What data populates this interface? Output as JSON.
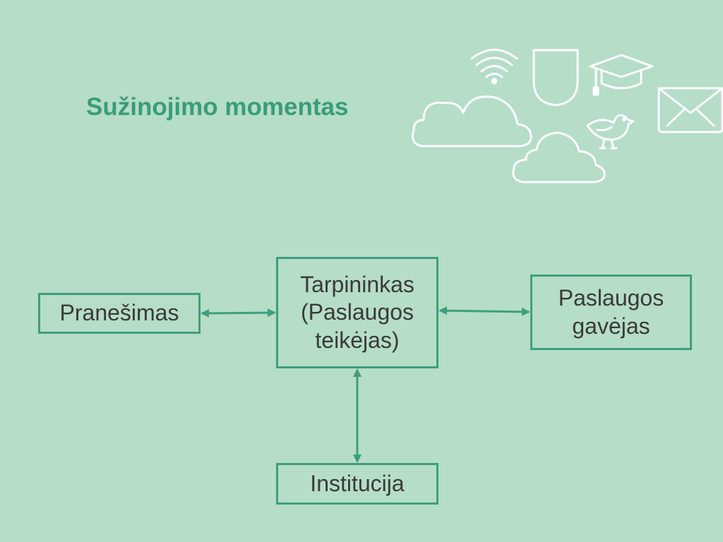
{
  "slide": {
    "title": "Sužinojimo momentas",
    "background_color": "#b5ddc8",
    "accent_color": "#3f9e80",
    "decorations": [
      "wifi-icon",
      "shield-icon",
      "graduation-cap-icon",
      "envelope-icon",
      "cloud-icon",
      "bird-icon"
    ]
  },
  "diagram": {
    "nodes": {
      "pranesimas": "Pranešimas",
      "tarpininkas": "Tarpininkas\n(Paslaugos\nteikėjas)",
      "gavejas": "Paslaugos\ngavėjas",
      "institucija": "Institucija"
    },
    "edges": [
      {
        "from": "pranesimas",
        "to": "tarpininkas",
        "bidirectional": true
      },
      {
        "from": "tarpininkas",
        "to": "gavejas",
        "bidirectional": true
      },
      {
        "from": "tarpininkas",
        "to": "institucija",
        "bidirectional": true
      }
    ]
  }
}
